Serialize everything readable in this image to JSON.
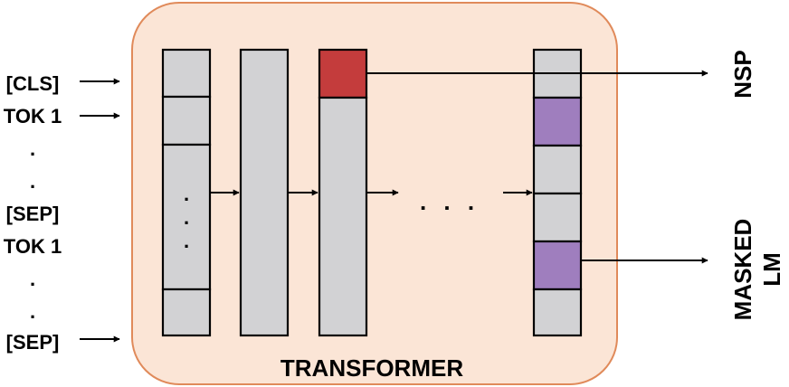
{
  "input_tokens": [
    "[CLS]",
    "TOK 1",
    ".",
    ".",
    "[SEP]",
    "TOK 1",
    ".",
    ".",
    "[SEP]"
  ],
  "column_dots": ".",
  "ellipsis": ". . .",
  "block_label": "TRANSFORMER",
  "outputs": {
    "nsp": "NSP",
    "masked_lm_line1": "MASKED",
    "masked_lm_line2": "LM"
  },
  "colors": {
    "block_fill": "#fbe5d6",
    "block_border": "#e08a5a",
    "cell_gray": "#d2d2d4",
    "cls_cell": "#c43c3c",
    "masked_cell": "#9f7ebe"
  }
}
